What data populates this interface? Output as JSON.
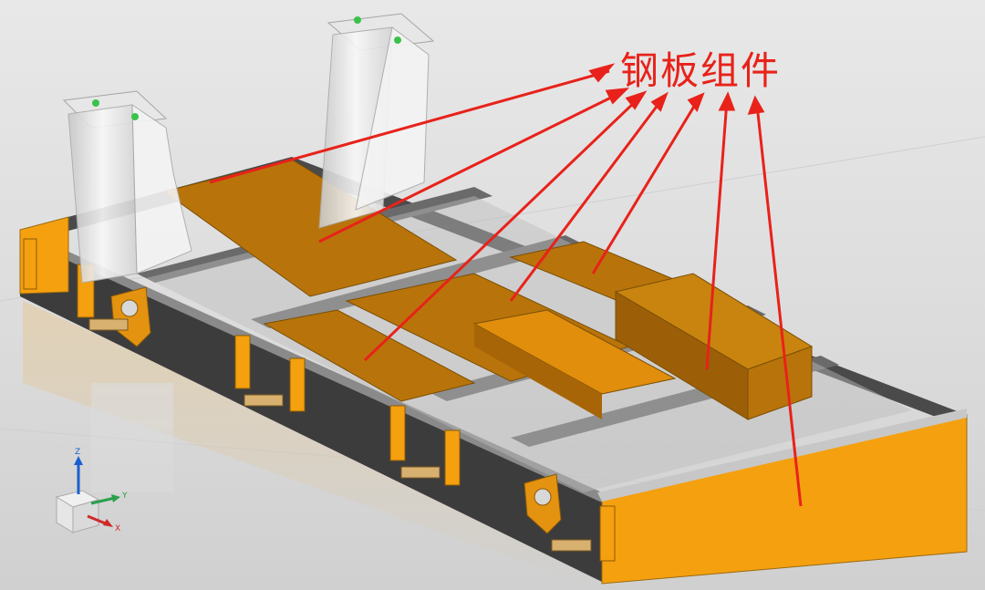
{
  "annotation": {
    "label": "钢板组件",
    "color": "#e8221a"
  },
  "triad": {
    "z_label": "Z",
    "y_label": "Y",
    "x_label": "X",
    "z_color": "#1a5fd0",
    "y_color": "#2aa04a",
    "x_color": "#d02a2a"
  },
  "colors": {
    "steel_plate": "#b8740a",
    "frame_orange": "#f5a00f",
    "frame_dark": "#3a3a3a",
    "bracket_clear": "#f4f4f4"
  }
}
